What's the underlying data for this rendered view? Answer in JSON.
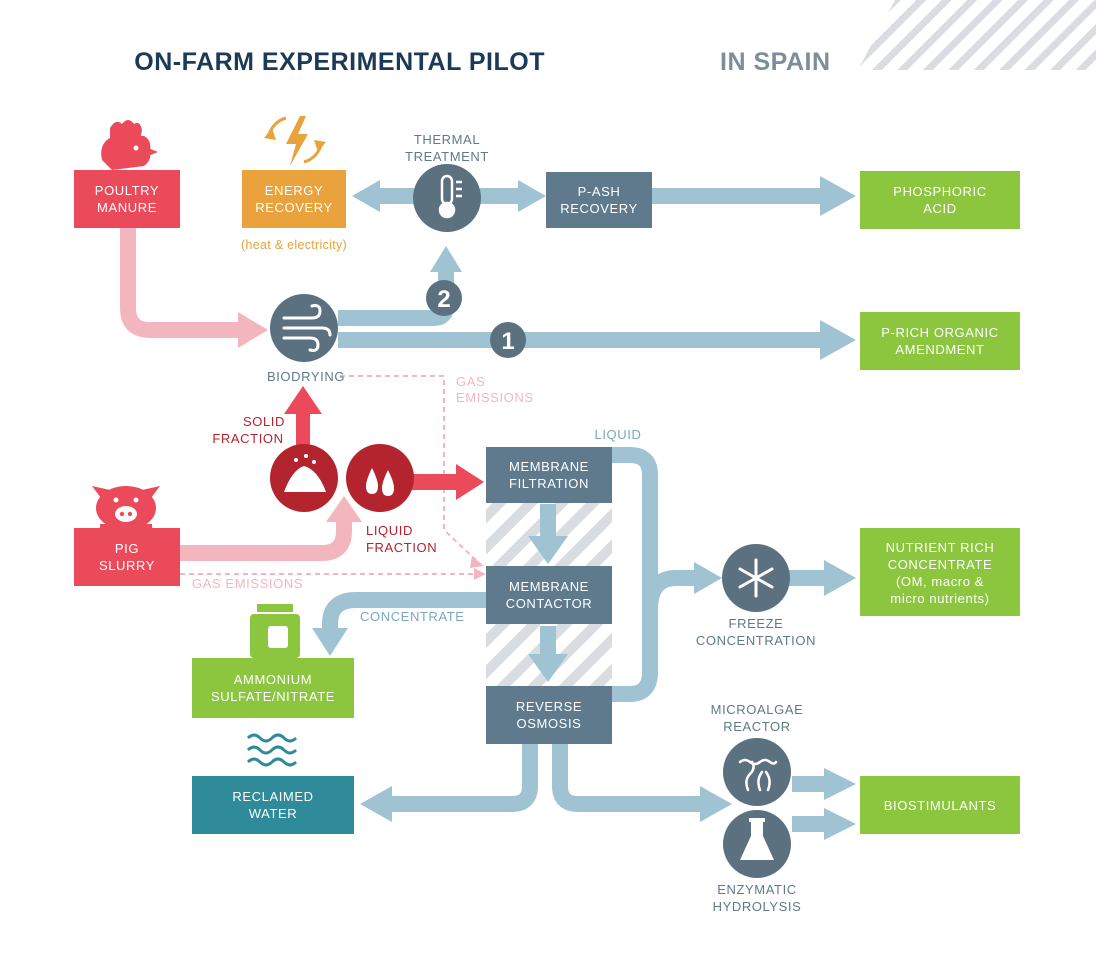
{
  "title": {
    "main": "ON-FARM EXPERIMENTAL PILOT",
    "accent": "IN SPAIN"
  },
  "colors": {
    "navy": "#1b3a57",
    "slate": "#5e7a8c",
    "flow": "#9fc3d3",
    "pink": "#f3b6bf",
    "red": "#ea4a5a",
    "darkred": "#b3242e",
    "orange": "#eaa23c",
    "green": "#8cc63f",
    "teal": "#2f8a9a",
    "circle": "#5c7180",
    "stripe": "#d9dde1"
  },
  "boxes": {
    "poultry": [
      "POULTRY",
      "MANURE"
    ],
    "energy": [
      "ENERGY",
      "RECOVERY"
    ],
    "pash": [
      "P-ASH",
      "RECOVERY"
    ],
    "phosphoric": [
      "PHOSPHORIC",
      "ACID"
    ],
    "prich": [
      "P-RICH ORGANIC",
      "AMENDMENT"
    ],
    "membrane_filtration": [
      "MEMBRANE",
      "FILTRATION"
    ],
    "membrane_contactor": [
      "MEMBRANE",
      "CONTACTOR"
    ],
    "reverse_osmosis": [
      "REVERSE",
      "OSMOSIS"
    ],
    "pig": [
      "PIG",
      "SLURRY"
    ],
    "ammonium": [
      "AMMONIUM",
      "SULFATE/NITRATE"
    ],
    "reclaimed": [
      "RECLAIMED",
      "WATER"
    ],
    "nutrient": [
      "NUTRIENT RICH",
      "CONCENTRATE",
      "(OM, macro &",
      "micro nutrients)"
    ],
    "biostimulants": [
      "BIOSTIMULANTS"
    ]
  },
  "labels": {
    "heat": "(heat & electricity)",
    "thermal": [
      "THERMAL",
      "TREATMENT"
    ],
    "biodrying": "BIODRYING",
    "gas1": [
      "GAS",
      "EMISSIONS"
    ],
    "gas2": "GAS EMISSIONS",
    "solid": [
      "SOLID",
      "FRACTION"
    ],
    "liquid_fraction": [
      "LIQUID",
      "FRACTION"
    ],
    "liquid": "LIQUID",
    "concentrate": "CONCENTRATE",
    "freeze": [
      "FREEZE",
      "CONCENTRATION"
    ],
    "microalgae": [
      "MICROALGAE",
      "REACTOR"
    ],
    "enzymatic": [
      "ENZYMATIC",
      "HYDROLYSIS"
    ],
    "route1": "1",
    "route2": "2"
  }
}
